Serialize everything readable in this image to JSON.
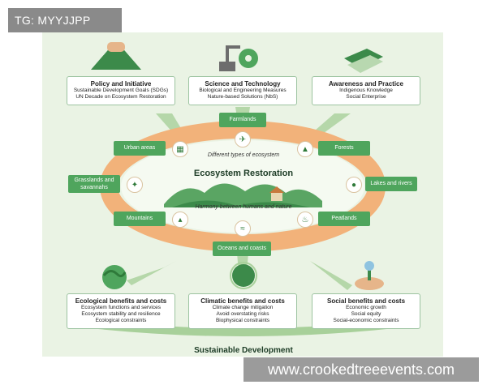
{
  "overlay_tag": "TG: MYYJJPP",
  "watermark": "www.crookedtreeevents.com",
  "top_boxes": [
    {
      "title": "Policy and Initiative",
      "lines": [
        "Sustainable Development Goals (SDGs)",
        "UN Decade on Ecosystem Restoration"
      ]
    },
    {
      "title": "Science and Technology",
      "lines": [
        "Biological and Engineering Measures",
        "Nature-based Solutions (NbS)"
      ]
    },
    {
      "title": "Awareness and Practice",
      "lines": [
        "Indigenous Knowledge",
        "Social Enterprise"
      ]
    }
  ],
  "ecosystems": {
    "farmlands": "Farmlands",
    "urban": "Urban areas",
    "forests": "Forests",
    "grasslands": "Grasslands and savannahs",
    "lakes": "Lakes and rivers",
    "mountains": "Mountains",
    "peatlands": "Peatlands",
    "oceans": "Oceans and coasts"
  },
  "ring_top_text": "Different types of ecosystem",
  "center_title": "Ecosystem Restoration",
  "ring_bottom_text": "Harmony between humans and nature",
  "bottom_boxes": [
    {
      "title": "Ecological benefits and costs",
      "lines": [
        "Ecosystem functions and services",
        "Ecosystem stability and resilience",
        "Ecological constraints"
      ]
    },
    {
      "title": "Climatic benefits and costs",
      "lines": [
        "Climate change mitigation",
        "Avoid overstating risks",
        "Biophysical constraints"
      ]
    },
    {
      "title": "Social benefits and costs",
      "lines": [
        "Economic growth",
        "Social equity",
        "Social-economic constraints"
      ]
    }
  ],
  "footer": "Sustainable Development",
  "colors": {
    "accent": "#4fa55d",
    "ring": "#f2b27a",
    "background": "#eaf3e4"
  }
}
